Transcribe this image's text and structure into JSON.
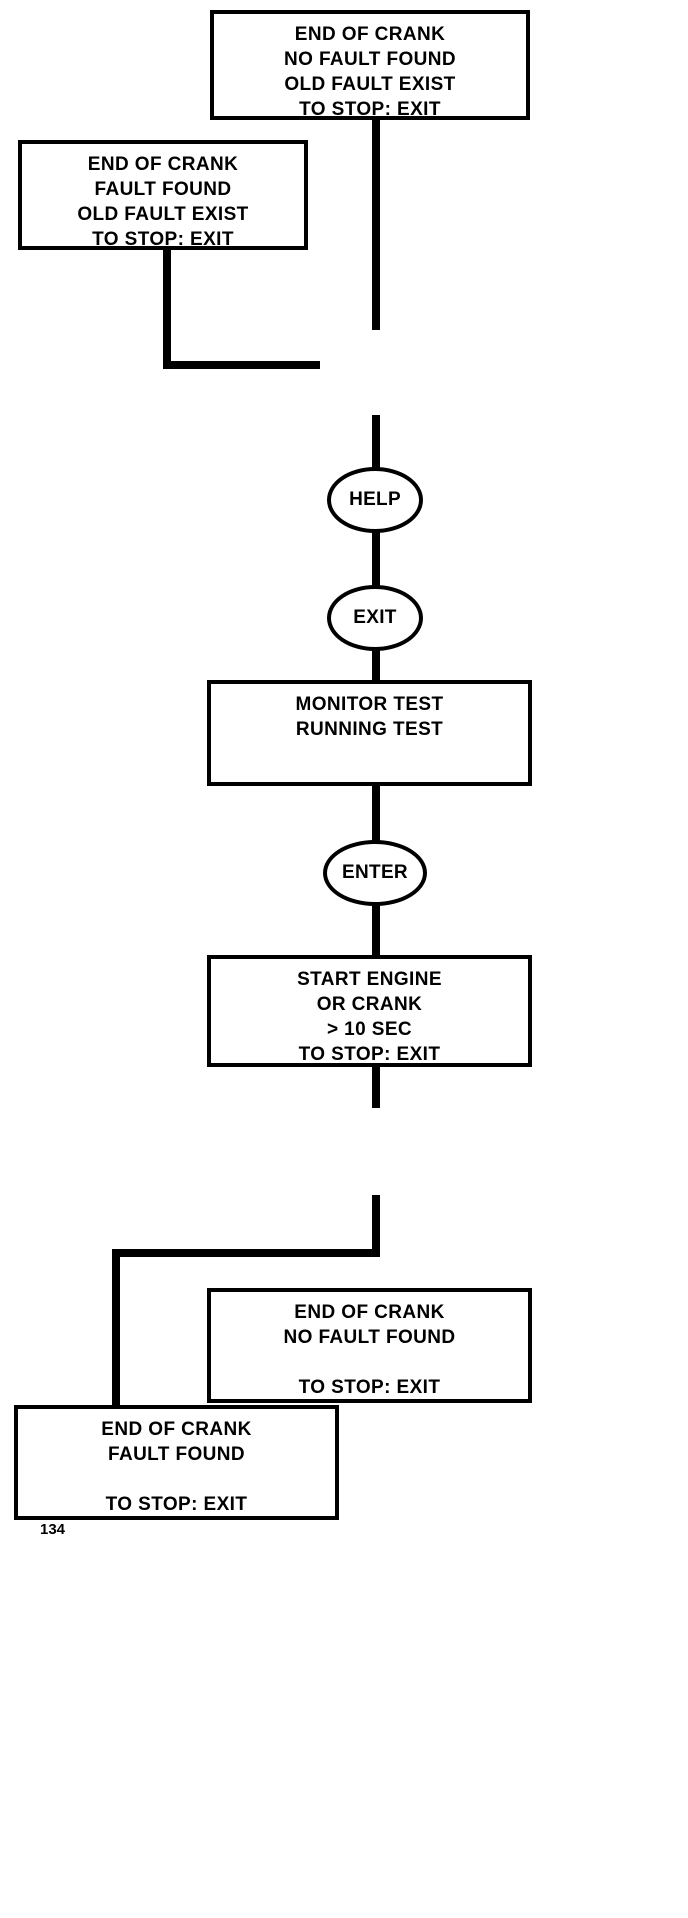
{
  "diagram": {
    "title": "Monitor Test Running Test diagnostic flow",
    "ink_color": "#000000",
    "background_color": "#ffffff",
    "boxes": [
      {
        "id": "end-of-crank-no-fault-old-fault",
        "lines": "END OF CRANK\nNO FAULT FOUND\nOLD FAULT EXIST\nTO STOP: EXIT"
      },
      {
        "id": "end-of-crank-fault-old-fault",
        "lines": "END OF CRANK\nFAULT FOUND\nOLD FAULT EXIST\nTO STOP: EXIT"
      },
      {
        "id": "monitor-test-running-test",
        "lines": "MONITOR TEST\nRUNNING TEST"
      },
      {
        "id": "start-engine-or-crank",
        "lines": "START ENGINE\nOR CRANK\n> 10 SEC\nTO STOP: EXIT"
      },
      {
        "id": "end-of-crank-no-fault",
        "lines": "END OF CRANK\nNO FAULT FOUND\n\nTO STOP: EXIT"
      },
      {
        "id": "end-of-crank-fault",
        "lines": "END OF CRANK\nFAULT FOUND\n\nTO STOP: EXIT"
      }
    ],
    "buttons": [
      {
        "id": "help",
        "label": "HELP"
      },
      {
        "id": "exit",
        "label": "EXIT"
      },
      {
        "id": "enter",
        "label": "ENTER"
      }
    ],
    "footer": {
      "page_number": "134"
    }
  }
}
